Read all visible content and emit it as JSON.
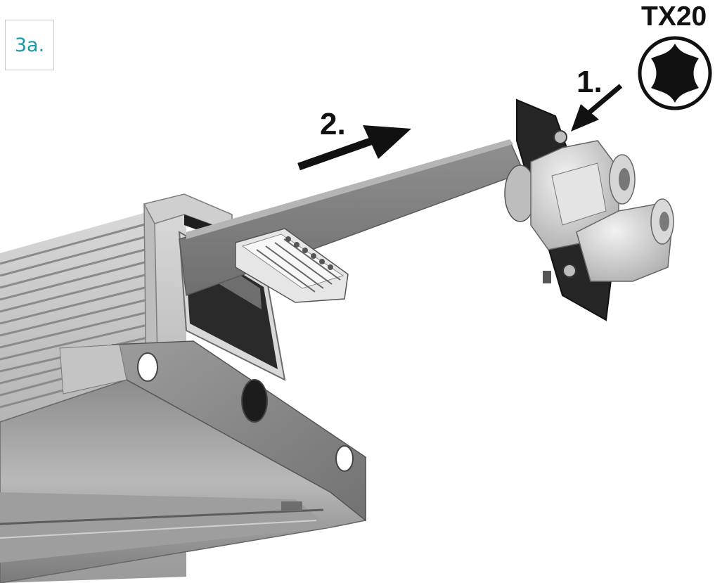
{
  "step_badge": "3a.",
  "tool_label": "TX20",
  "steps": [
    "1.",
    "2."
  ],
  "colors": {
    "badge_text": "#1a9aa9",
    "housing": "#a9a9a9",
    "plate": "#2a2a2a",
    "gland": "#cfcfcf",
    "arrow": "#111111"
  },
  "icons": [
    "torx-bit-icon",
    "arrow-icon"
  ]
}
